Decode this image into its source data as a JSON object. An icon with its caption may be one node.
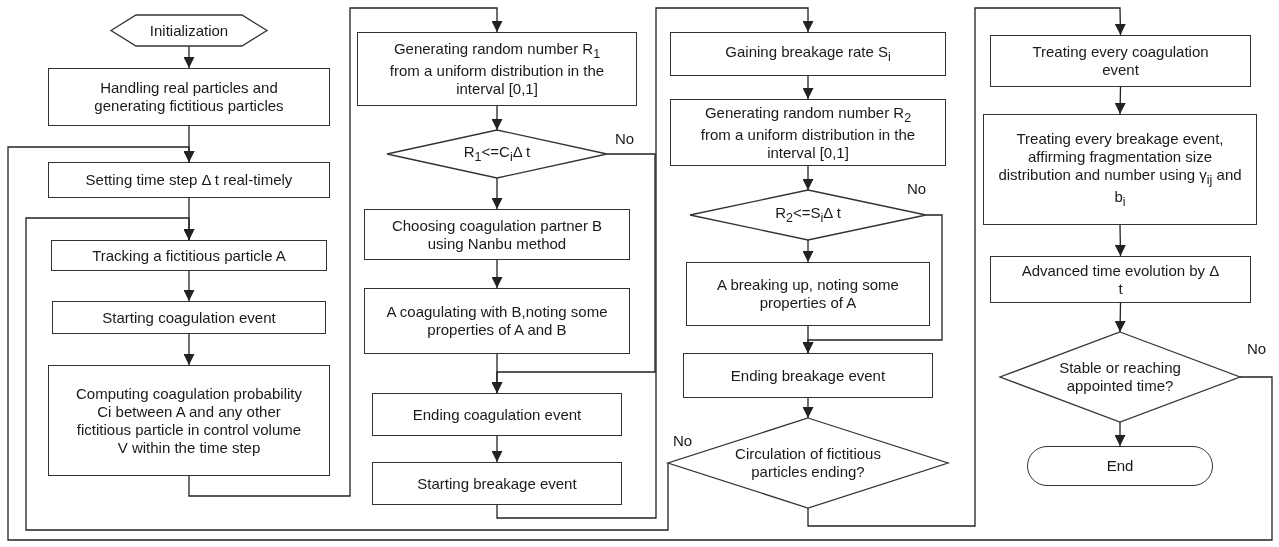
{
  "diagram": {
    "nodes": [
      {
        "text": [
          "Initialization"
        ]
      },
      {
        "text": [
          "Handling real particles and generating fictitious particles"
        ]
      },
      {
        "text": [
          "Setting time step Δ t real-timely"
        ]
      },
      {
        "text": [
          "Tracking a fictitious particle A"
        ]
      },
      {
        "text": [
          "Starting coagulation event"
        ]
      },
      {
        "text": [
          "Computing coagulation probability Ci between A and any other fictitious particle in control volume V within the time step"
        ]
      },
      {
        "text": [
          "Generating random number R$_{1}$ from a uniform distribution in the interval [0,1]"
        ]
      },
      {
        "text": [
          "R$_{1}$<=C$_{i}$Δ t"
        ]
      },
      {
        "text": [
          "Choosing coagulation partner B using Nanbu method"
        ]
      },
      {
        "text": [
          "A coagulating with B,noting some properties of A and B"
        ]
      },
      {
        "text": [
          "Ending coagulation event"
        ]
      },
      {
        "text": [
          "Starting breakage event"
        ]
      },
      {
        "text": [
          "Gaining breakage rate S$_{i}$"
        ]
      },
      {
        "text": [
          "Generating random number R$_{2}$ from a uniform distribution in the interval [0,1]"
        ]
      },
      {
        "text": [
          "R$_{2}$<=S$_{i}$Δ t"
        ]
      },
      {
        "text": [
          "A breaking up, noting some properties of A"
        ]
      },
      {
        "text": [
          "Ending breakage event"
        ]
      },
      {
        "text": [
          "Circulation of fictitious particles ending?"
        ]
      },
      {
        "text": [
          "Treating every coagulation event"
        ]
      },
      {
        "text": [
          "Treating every breakage event, affirming fragmentation size distribution and number using γ$_{ij}$ and b$_{i}$"
        ]
      },
      {
        "text": [
          "Advanced time evolution by Δ t"
        ]
      },
      {
        "text": [
          "Stable or reaching appointed time?"
        ]
      },
      {
        "text": [
          "End"
        ]
      }
    ],
    "edges": [
      {
        "from": 0,
        "to": 1,
        "arrow": "to"
      },
      {
        "from": 1,
        "to": 2,
        "arrow": "to"
      },
      {
        "from": 2,
        "to": 3,
        "arrow": "to"
      },
      {
        "from": 3,
        "to": 4,
        "arrow": "to"
      },
      {
        "from": 4,
        "to": 5,
        "arrow": "to"
      },
      {
        "from": 5,
        "to": 6,
        "arrow": "to"
      },
      {
        "from": 6,
        "to": 7,
        "arrow": "to"
      },
      {
        "from": 7,
        "to": 8,
        "arrow": "to"
      },
      {
        "from": 8,
        "to": 9,
        "arrow": "to"
      },
      {
        "from": 9,
        "to": 10,
        "arrow": "to"
      },
      {
        "from": 7,
        "to": 10,
        "arrow": "to",
        "label": "No"
      },
      {
        "from": 10,
        "to": 11,
        "arrow": "to"
      },
      {
        "from": 11,
        "to": 12,
        "arrow": "to"
      },
      {
        "from": 12,
        "to": 13,
        "arrow": "to"
      },
      {
        "from": 13,
        "to": 14,
        "arrow": "to"
      },
      {
        "from": 14,
        "to": 15,
        "arrow": "to"
      },
      {
        "from": 14,
        "to": 16,
        "arrow": "to",
        "label": "No"
      },
      {
        "from": 15,
        "to": 16,
        "arrow": "to"
      },
      {
        "from": 16,
        "to": 17,
        "arrow": "to"
      },
      {
        "from": 17,
        "to": 3,
        "arrow": "to",
        "label": "No"
      },
      {
        "from": 17,
        "to": 18,
        "arrow": "to"
      },
      {
        "from": 18,
        "to": 19,
        "arrow": "to"
      },
      {
        "from": 19,
        "to": 20,
        "arrow": "to"
      },
      {
        "from": 20,
        "to": 21,
        "arrow": "to"
      },
      {
        "from": 21,
        "to": 22,
        "arrow": "to"
      },
      {
        "from": 21,
        "to": 2,
        "arrow": "to",
        "label": "No"
      }
    ]
  }
}
